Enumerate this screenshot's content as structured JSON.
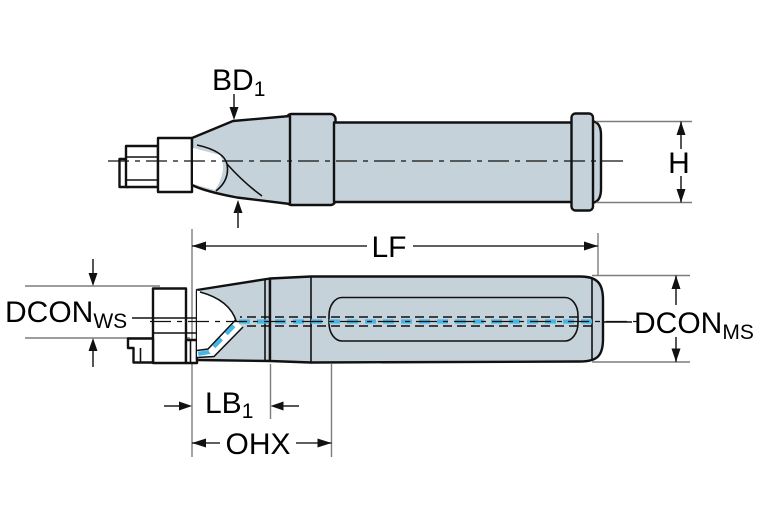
{
  "diagram": {
    "type": "technical-dimension-drawing",
    "subject": "boring-bar tool holder adapter, two side views with dimension callouts",
    "colors": {
      "body_fill": "#c6d2da",
      "outline": "#111111",
      "coolant_blue": "#45b7e6",
      "dim_line": "#2b2b2b",
      "ext_line": "#7d7d7d",
      "background": "#ffffff",
      "white_fill": "#ffffff"
    },
    "top_view": {
      "labels": {
        "bd1_main": "BD",
        "bd1_sub": "1",
        "h": "H"
      }
    },
    "bottom_view": {
      "labels": {
        "lf": "LF",
        "dcon_ws_main": "DCON",
        "dcon_ws_sub": "WS",
        "dcon_ms_main": "DCON",
        "dcon_ms_sub": "MS",
        "lb1_main": "LB",
        "lb1_sub": "1",
        "ohx": "OHX"
      }
    }
  }
}
